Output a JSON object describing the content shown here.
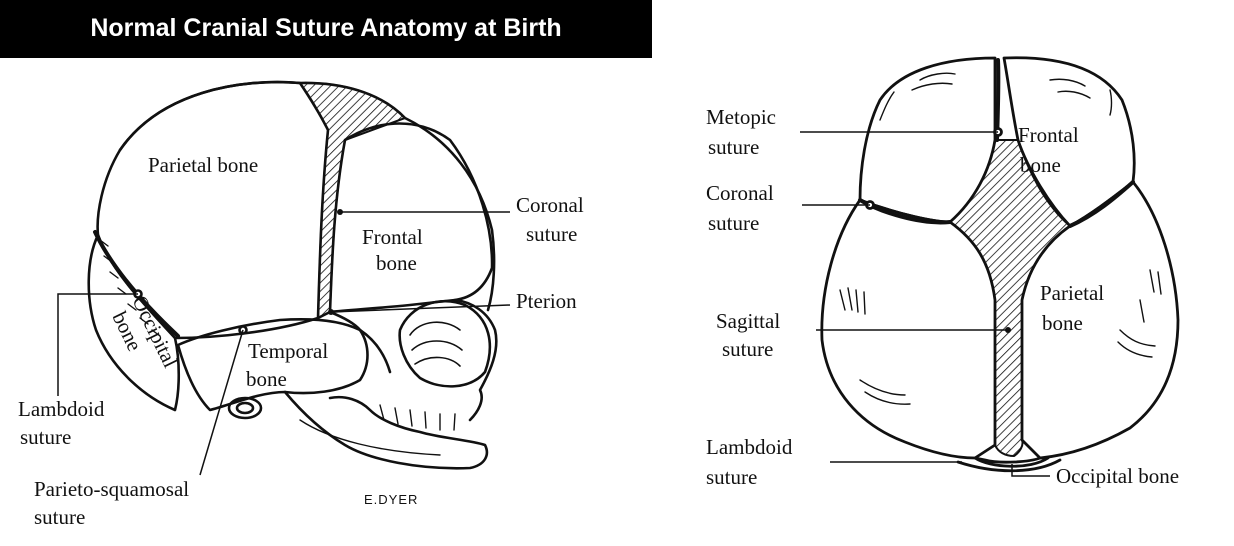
{
  "title": "Normal Cranial Suture Anatomy at Birth",
  "lateral_view": {
    "labels": {
      "parietal_bone": "Parietal bone",
      "frontal_bone_1": "Frontal",
      "frontal_bone_2": "bone",
      "coronal_suture_1": "Coronal",
      "coronal_suture_2": "suture",
      "pterion": "Pterion",
      "occipital_bone_1": "Occipital",
      "occipital_bone_2": "bone",
      "temporal_bone_1": "Temporal",
      "temporal_bone_2": "bone",
      "lambdoid_suture_1": "Lambdoid",
      "lambdoid_suture_2": "suture",
      "parieto_squamosal_suture_1": "Parieto-squamosal",
      "parieto_squamosal_suture_2": "suture"
    },
    "signature": "E.DYER"
  },
  "top_view": {
    "labels": {
      "metopic_suture_1": "Metopic",
      "metopic_suture_2": "suture",
      "frontal_bone_1": "Frontal",
      "frontal_bone_2": "bone",
      "coronal_suture_1": "Coronal",
      "coronal_suture_2": "suture",
      "parietal_bone_1": "Parietal",
      "parietal_bone_2": "bone",
      "sagittal_suture_1": "Sagittal",
      "sagittal_suture_2": "suture",
      "lambdoid_suture_1": "Lambdoid",
      "lambdoid_suture_2": "suture",
      "occipital_bone": "Occipital bone"
    }
  },
  "colors": {
    "ink": "#111111",
    "title_background": "#000000",
    "title_text": "#ffffff"
  }
}
